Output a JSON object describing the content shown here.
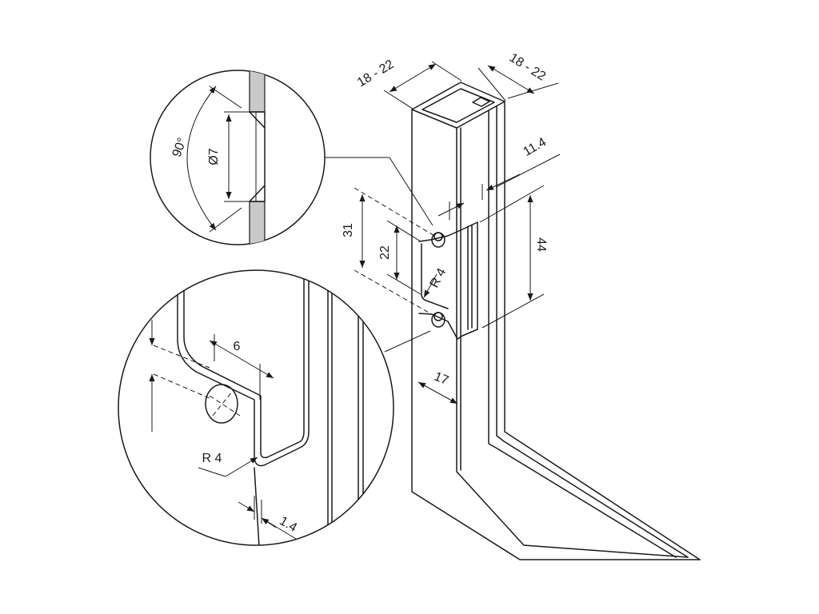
{
  "colors": {
    "stroke": "#1a1a1a",
    "section_fill": "#c9c9c9",
    "background": "#ffffff"
  },
  "dimensions": {
    "width_a": "18 - 22",
    "width_b": "18 - 22",
    "depth": "11.4",
    "height_total": "44",
    "hole_spacing": "31",
    "slot_height": "22",
    "radius_main": "R 4",
    "offset": "17"
  },
  "detail_top": {
    "angle": "90°",
    "diameter": "Ø7"
  },
  "detail_bottom": {
    "width": "6",
    "radius": "R 4",
    "thickness": "1.4"
  }
}
